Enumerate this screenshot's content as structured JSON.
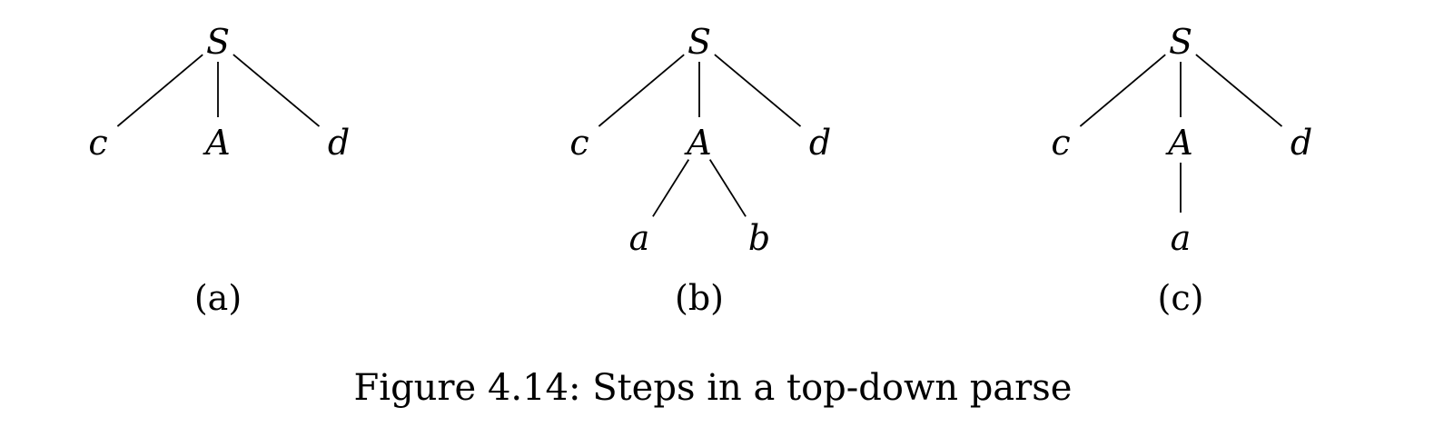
{
  "caption": "Figure 4.14: Steps in a top-down parse",
  "trees": [
    {
      "label": "(a)",
      "nodes": [
        {
          "id": "S",
          "text": "S"
        },
        {
          "id": "c",
          "text": "c"
        },
        {
          "id": "A",
          "text": "A"
        },
        {
          "id": "d",
          "text": "d"
        }
      ],
      "edges": [
        [
          "S",
          "c"
        ],
        [
          "S",
          "A"
        ],
        [
          "S",
          "d"
        ]
      ]
    },
    {
      "label": "(b)",
      "nodes": [
        {
          "id": "S",
          "text": "S"
        },
        {
          "id": "c",
          "text": "c"
        },
        {
          "id": "A",
          "text": "A"
        },
        {
          "id": "d",
          "text": "d"
        },
        {
          "id": "a",
          "text": "a"
        },
        {
          "id": "b",
          "text": "b"
        }
      ],
      "edges": [
        [
          "S",
          "c"
        ],
        [
          "S",
          "A"
        ],
        [
          "S",
          "d"
        ],
        [
          "A",
          "a"
        ],
        [
          "A",
          "b"
        ]
      ]
    },
    {
      "label": "(c)",
      "nodes": [
        {
          "id": "S",
          "text": "S"
        },
        {
          "id": "c",
          "text": "c"
        },
        {
          "id": "A",
          "text": "A"
        },
        {
          "id": "d",
          "text": "d"
        },
        {
          "id": "a",
          "text": "a"
        }
      ],
      "edges": [
        [
          "S",
          "c"
        ],
        [
          "S",
          "A"
        ],
        [
          "S",
          "d"
        ],
        [
          "A",
          "a"
        ]
      ]
    }
  ]
}
